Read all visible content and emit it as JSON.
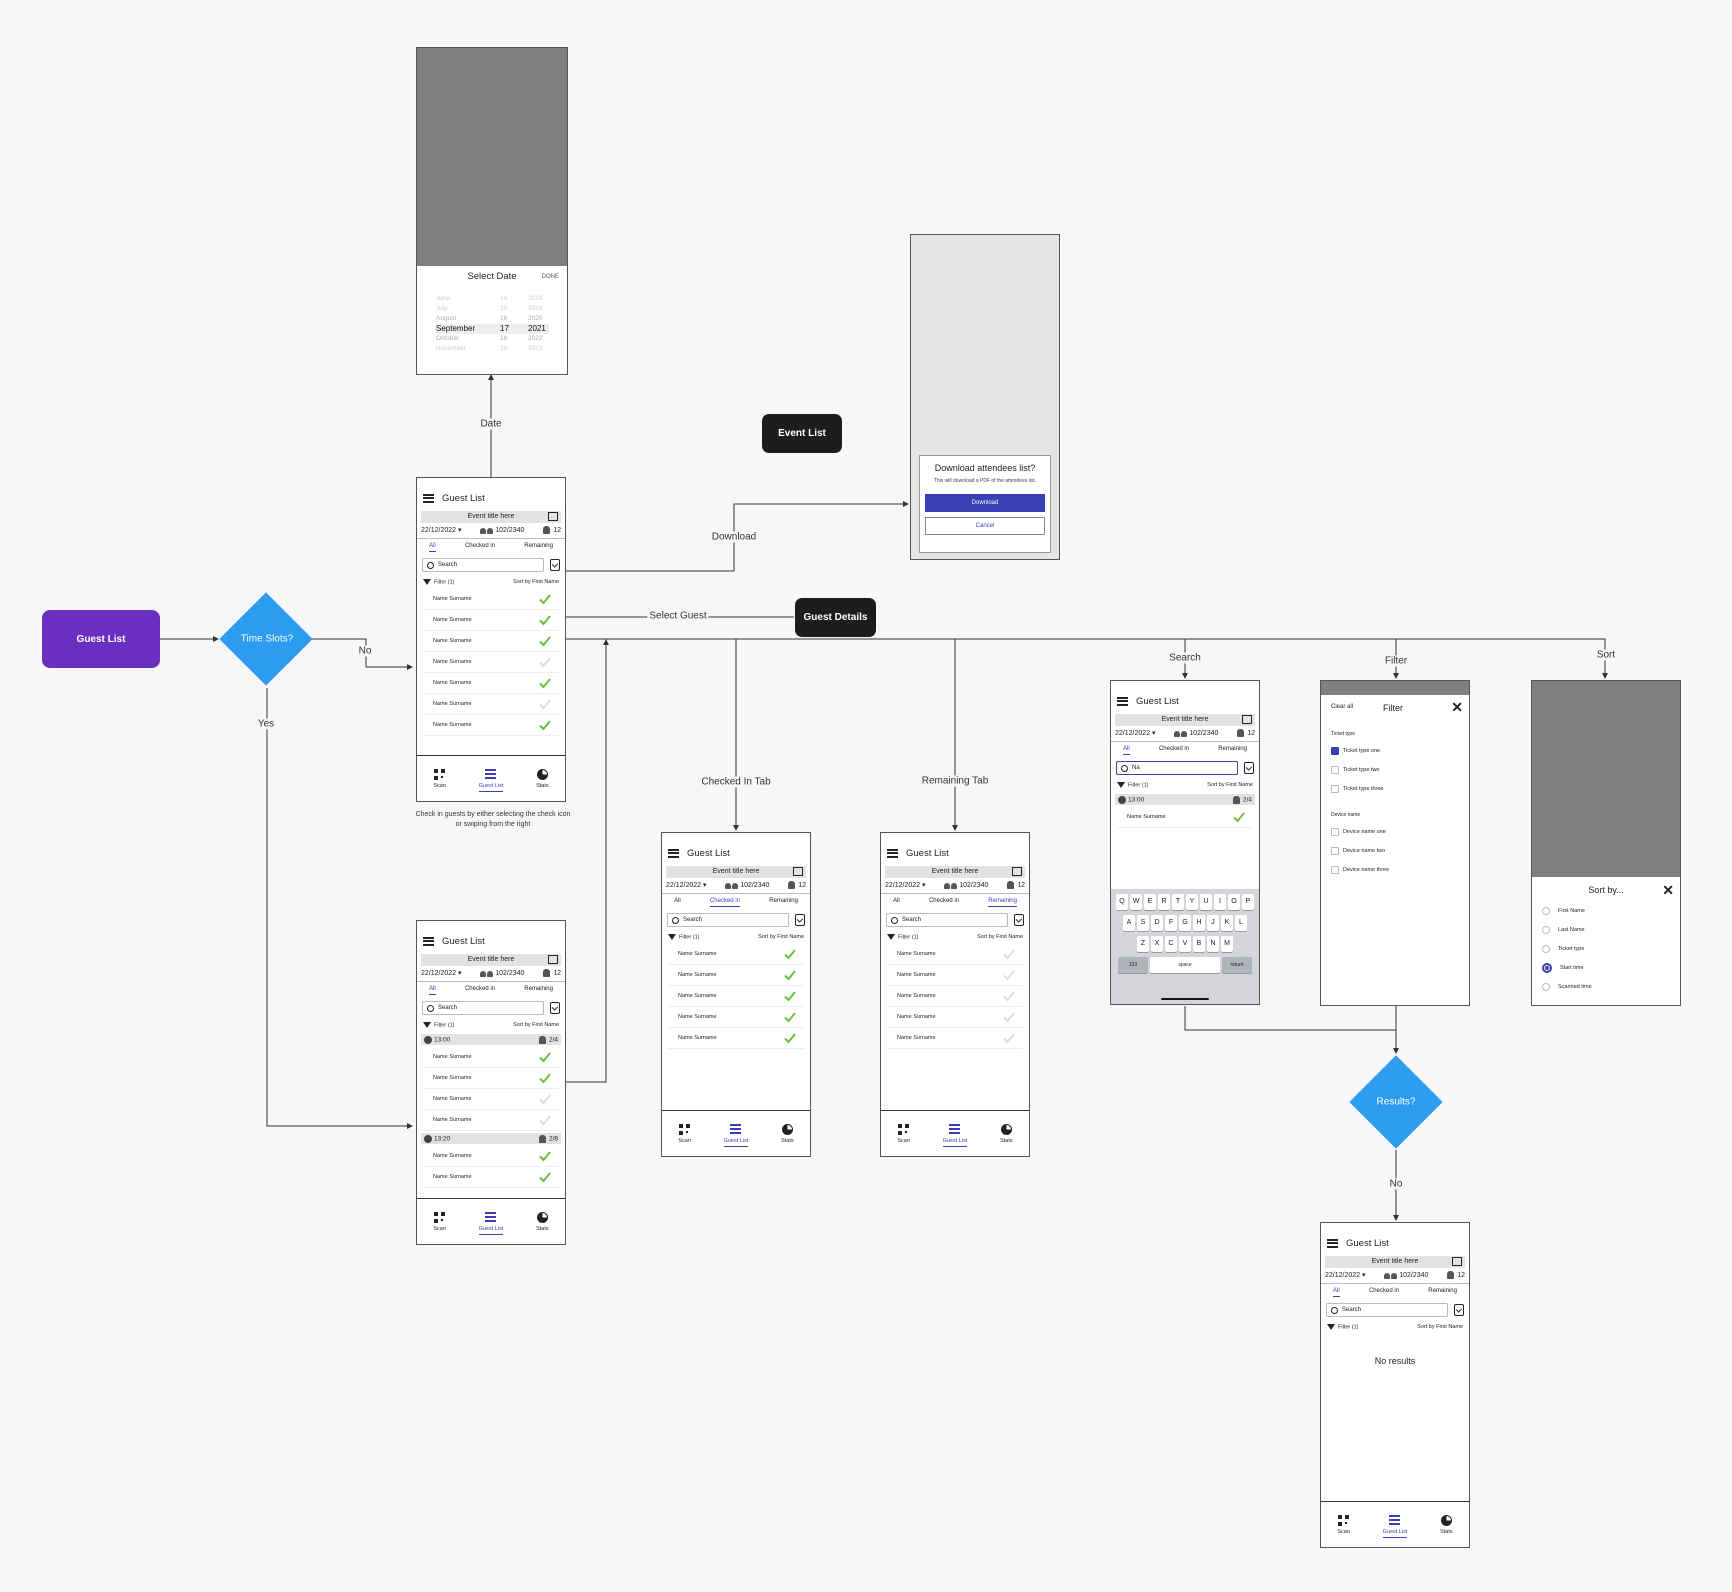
{
  "flow": {
    "start": "Guest List",
    "decision_time_slots": "Time Slots?",
    "decision_results": "Results?",
    "event_list": "Event List",
    "guest_details": "Guest Details"
  },
  "edge_labels": {
    "date": "Date",
    "download": "Download",
    "select_guest": "Select Guest",
    "no": "No",
    "yes": "Yes",
    "search": "Search",
    "filter": "Filter",
    "sort": "Sort",
    "checked_in_tab": "Checked In Tab",
    "remaining_tab": "Remaining Tab",
    "no_results": "No"
  },
  "screen": {
    "title": "Guest List",
    "event_title": "Event title here",
    "date": "22/12/2022 ▾",
    "count": "102/2340",
    "small_count": "12",
    "tabs": [
      "All",
      "Checked in",
      "Remaining"
    ],
    "search_placeholder": "Search",
    "filter_label": "Filter (1)",
    "sort_label": "Sort by First Name",
    "guest_name": "Name Surname",
    "nav": [
      "Scan",
      "Guest List",
      "Stats"
    ]
  },
  "caption": "Check in guests by either selecting the check icon or swiping from the right",
  "slots": [
    {
      "time": "13:00",
      "count": "2/4"
    },
    {
      "time": "13:20",
      "count": "2/8"
    }
  ],
  "search_value": "Na",
  "no_results": "No results",
  "date_picker": {
    "title": "Select Date",
    "done": "DONE",
    "months": [
      "June",
      "July",
      "August",
      "September",
      "October",
      "November"
    ],
    "days": [
      "14",
      "15",
      "16",
      "17",
      "18",
      "19"
    ],
    "years": [
      "2018",
      "2019",
      "2020",
      "2021",
      "2022",
      "2023"
    ]
  },
  "download_dialog": {
    "title": "Download attendees list?",
    "body": "This will download a PDF of the attendees list.",
    "primary": "Download",
    "secondary": "Cancel"
  },
  "filter_sheet": {
    "clear": "Clear all",
    "title": "Filter",
    "ticket_heading": "Ticket type",
    "tickets": [
      "Ticket type one",
      "Ticket type two",
      "Ticket type three"
    ],
    "device_heading": "Device name",
    "devices": [
      "Device name one",
      "Device name two",
      "Device name three"
    ]
  },
  "sort_sheet": {
    "title": "Sort by...",
    "options": [
      "First Name",
      "Last Name",
      "Ticket type",
      "Start time",
      "Scanned time"
    ]
  },
  "keyboard": {
    "row1": [
      "Q",
      "W",
      "E",
      "R",
      "T",
      "Y",
      "U",
      "I",
      "O",
      "P"
    ],
    "row2": [
      "A",
      "S",
      "D",
      "F",
      "G",
      "H",
      "J",
      "K",
      "L"
    ],
    "row3": [
      "Z",
      "X",
      "C",
      "V",
      "B",
      "N",
      "M"
    ],
    "num": "123",
    "space": "space",
    "return": "return"
  },
  "colors": {
    "purple": "#6a2fbf",
    "blue": "#2d9bf0",
    "accent": "#3b3fb6",
    "check": "#6abf3f"
  }
}
